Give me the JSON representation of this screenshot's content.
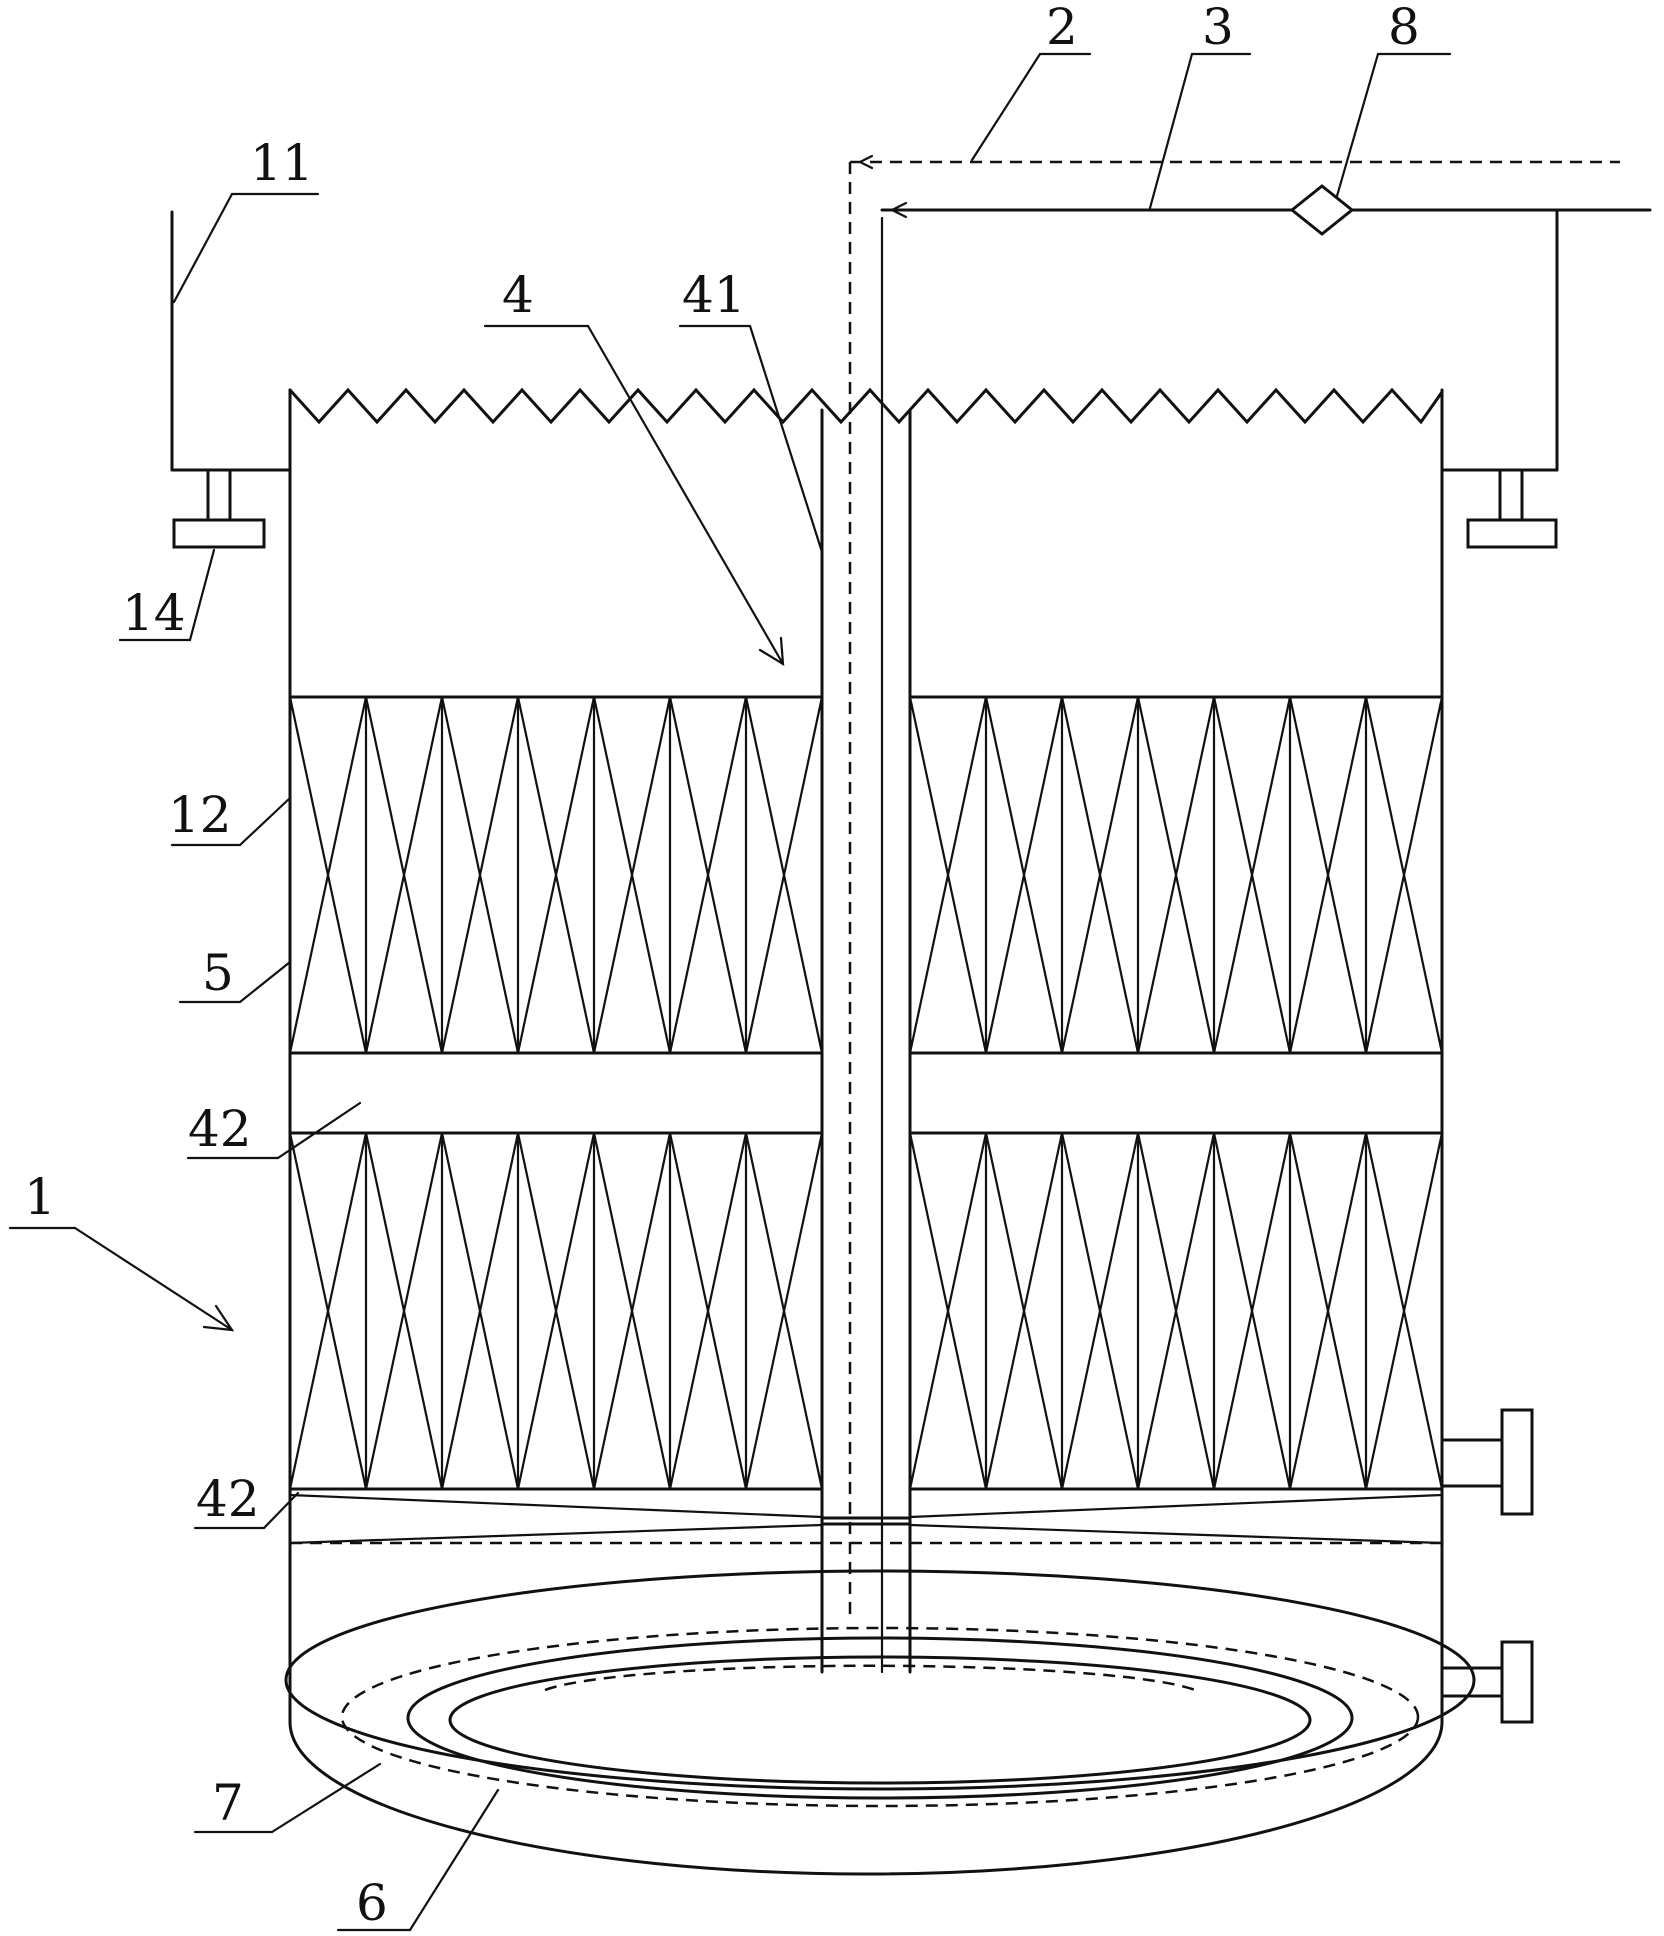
{
  "labels": {
    "n1": "1",
    "n2": "2",
    "n3": "3",
    "n4": "4",
    "n41": "41",
    "n8": "8",
    "n11": "11",
    "n14": "14",
    "n12": "12",
    "n5": "5",
    "n42a": "42",
    "n42b": "42",
    "n7": "7",
    "n6": "6"
  }
}
